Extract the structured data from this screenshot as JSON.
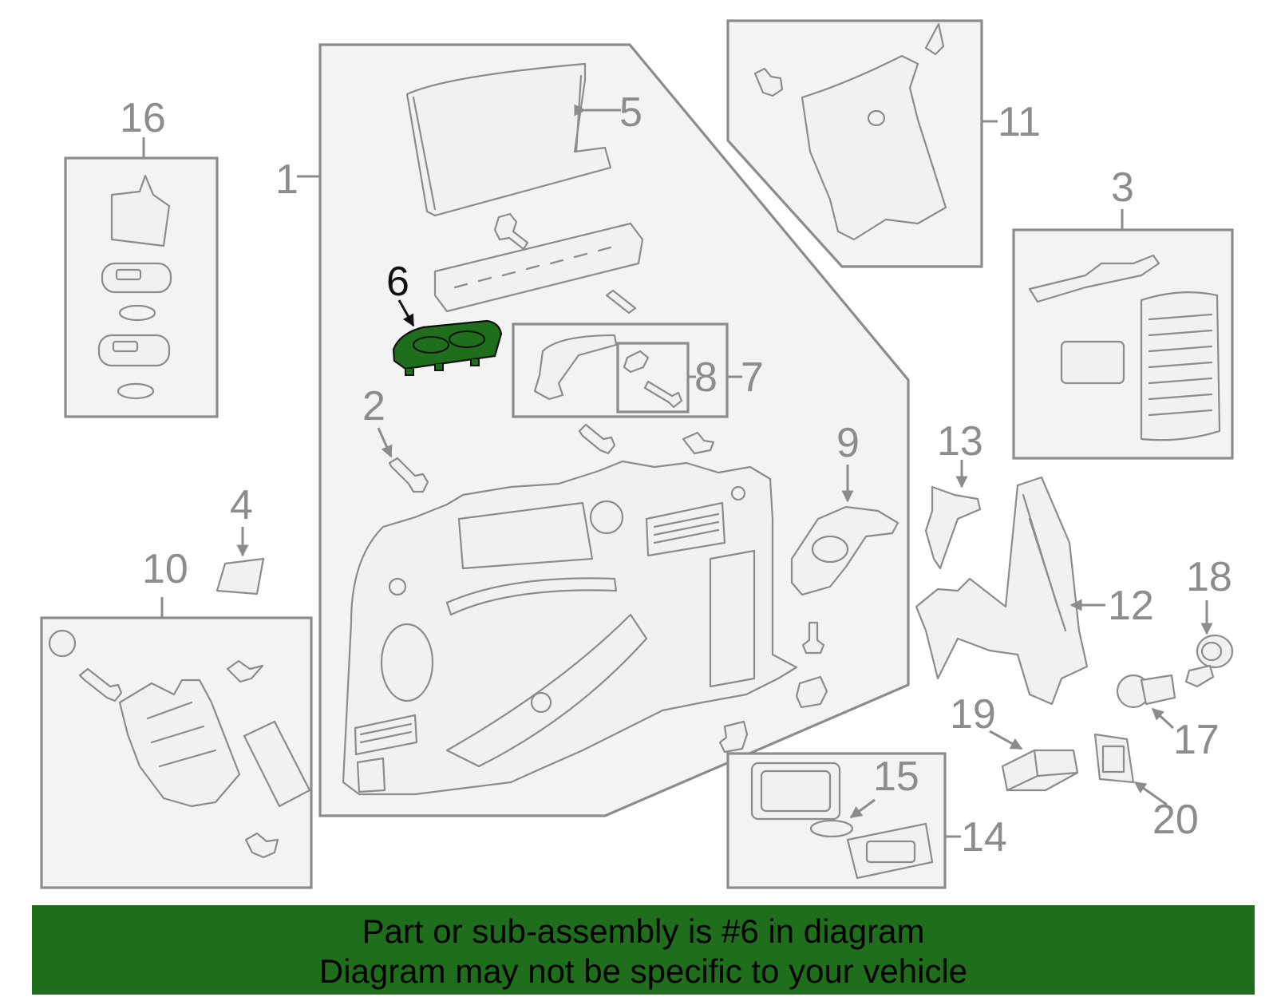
{
  "diagram": {
    "highlight_color": "#1e6e1c",
    "line_color": "#8c8c8c",
    "callouts": [
      "1",
      "2",
      "3",
      "4",
      "5",
      "6",
      "7",
      "8",
      "9",
      "10",
      "11",
      "12",
      "13",
      "14",
      "15",
      "16",
      "17",
      "18",
      "19",
      "20"
    ],
    "highlighted_part": "6"
  },
  "banner": {
    "line1": "Part or sub-assembly is #6 in diagram",
    "line2": "Diagram may not be specific to your vehicle"
  }
}
